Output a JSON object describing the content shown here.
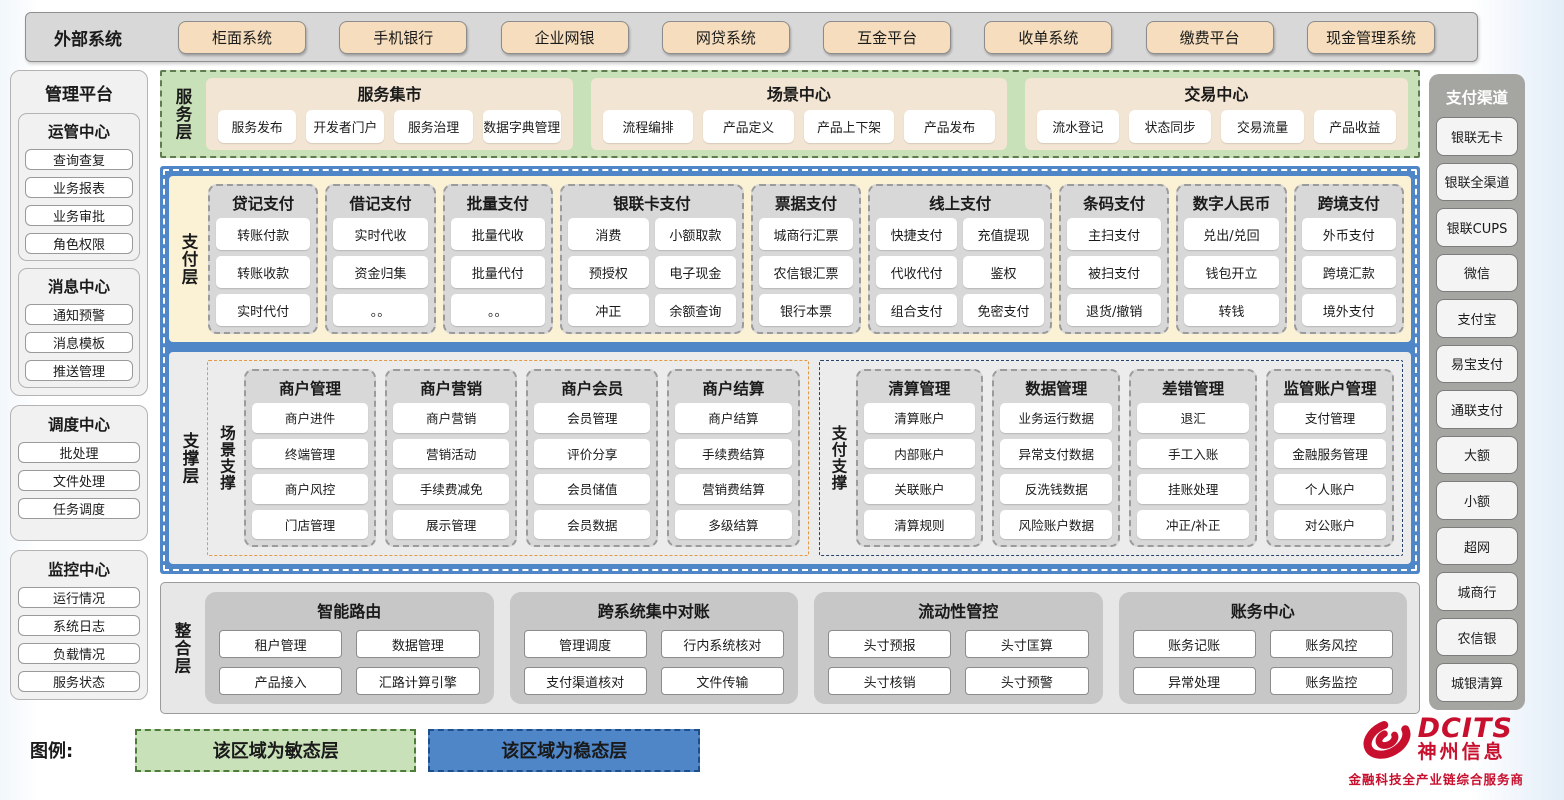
{
  "external": {
    "label": "外部系统",
    "systems": [
      "柜面系统",
      "手机银行",
      "企业网银",
      "网贷系统",
      "互金平台",
      "收单系统",
      "缴费平台",
      "现金管理系统"
    ]
  },
  "management": {
    "title": "管理平台",
    "groups": [
      {
        "title": "运管中心",
        "items": [
          "查询查复",
          "业务报表",
          "业务审批",
          "角色权限"
        ]
      },
      {
        "title": "消息中心",
        "items": [
          "通知预警",
          "消息模板",
          "推送管理"
        ]
      },
      {
        "title": "调度中心",
        "items": [
          "批处理",
          "文件处理",
          "任务调度"
        ]
      },
      {
        "title": "监控中心",
        "items": [
          "运行情况",
          "系统日志",
          "负载情况",
          "服务状态"
        ]
      }
    ]
  },
  "service_layer": {
    "label": "服务层",
    "groups": [
      {
        "title": "服务集市",
        "items": [
          "服务发布",
          "开发者门户",
          "服务治理",
          "数据字典管理"
        ]
      },
      {
        "title": "场景中心",
        "items": [
          "流程编排",
          "产品定义",
          "产品上下架",
          "产品发布"
        ]
      },
      {
        "title": "交易中心",
        "items": [
          "流水登记",
          "状态同步",
          "交易流量",
          "产品收益"
        ]
      }
    ]
  },
  "payment_layer": {
    "label": "支付层",
    "columns": [
      {
        "title": "贷记支付",
        "cols": 1,
        "items": [
          "转账付款",
          "转账收款",
          "实时代付"
        ]
      },
      {
        "title": "借记支付",
        "cols": 1,
        "items": [
          "实时代收",
          "资金归集",
          "。。"
        ]
      },
      {
        "title": "批量支付",
        "cols": 1,
        "items": [
          "批量代收",
          "批量代付",
          "。。"
        ]
      },
      {
        "title": "银联卡支付",
        "cols": 2,
        "items": [
          "消费",
          "小额取款",
          "预授权",
          "电子现金",
          "冲正",
          "余额查询"
        ]
      },
      {
        "title": "票据支付",
        "cols": 1,
        "items": [
          "城商行汇票",
          "农信银汇票",
          "银行本票"
        ]
      },
      {
        "title": "线上支付",
        "cols": 2,
        "items": [
          "快捷支付",
          "充值提现",
          "代收代付",
          "鉴权",
          "组合支付",
          "免密支付"
        ]
      },
      {
        "title": "条码支付",
        "cols": 1,
        "items": [
          "主扫支付",
          "被扫支付",
          "退货/撤销"
        ]
      },
      {
        "title": "数字人民币",
        "cols": 1,
        "items": [
          "兑出/兑回",
          "钱包开立",
          "转钱"
        ]
      },
      {
        "title": "跨境支付",
        "cols": 1,
        "items": [
          "外币支付",
          "跨境汇款",
          "境外支付"
        ]
      }
    ]
  },
  "support_layer": {
    "label": "支撑层",
    "sections": [
      {
        "label": "场景支撑",
        "accent": "orange",
        "columns": [
          {
            "title": "商户管理",
            "items": [
              "商户进件",
              "终端管理",
              "商户风控",
              "门店管理"
            ]
          },
          {
            "title": "商户营销",
            "items": [
              "商户营销",
              "营销活动",
              "手续费减免",
              "展示管理"
            ]
          },
          {
            "title": "商户会员",
            "items": [
              "会员管理",
              "评价分享",
              "会员储值",
              "会员数据"
            ]
          },
          {
            "title": "商户结算",
            "items": [
              "商户结算",
              "手续费结算",
              "营销费结算",
              "多级结算"
            ]
          }
        ]
      },
      {
        "label": "支付支撑",
        "accent": "navy",
        "columns": [
          {
            "title": "清算管理",
            "items": [
              "清算账户",
              "内部账户",
              "关联账户",
              "清算规则"
            ]
          },
          {
            "title": "数据管理",
            "items": [
              "业务运行数据",
              "异常支付数据",
              "反洗钱数据",
              "风险账户数据"
            ]
          },
          {
            "title": "差错管理",
            "items": [
              "退汇",
              "手工入账",
              "挂账处理",
              "冲正/补正"
            ]
          },
          {
            "title": "监管账户管理",
            "items": [
              "支付管理",
              "金融服务管理",
              "个人账户",
              "对公账户"
            ]
          }
        ]
      }
    ]
  },
  "integration_layer": {
    "label": "整合层",
    "groups": [
      {
        "title": "智能路由",
        "items": [
          "租户管理",
          "数据管理",
          "产品接入",
          "汇路计算引擎"
        ]
      },
      {
        "title": "跨系统集中对账",
        "items": [
          "管理调度",
          "行内系统核对",
          "支付渠道核对",
          "文件传输"
        ]
      },
      {
        "title": "流动性管控",
        "items": [
          "头寸预报",
          "头寸匡算",
          "头寸核销",
          "头寸预警"
        ]
      },
      {
        "title": "账务中心",
        "items": [
          "账务记账",
          "账务风控",
          "异常处理",
          "账务监控"
        ]
      }
    ]
  },
  "channels": {
    "title": "支付渠道",
    "items": [
      "银联无卡",
      "银联全渠道",
      "银联CUPS",
      "微信",
      "支付宝",
      "易宝支付",
      "通联支付",
      "大额",
      "小额",
      "超网",
      "城商行",
      "农信银",
      "城银清算"
    ]
  },
  "legend": {
    "label": "图例:",
    "items": [
      {
        "text": "该区域为敏态层",
        "style": "agile"
      },
      {
        "text": "该区域为稳态层",
        "style": "stable"
      }
    ]
  },
  "logo": {
    "brand": "DCITS",
    "company": "神州信息",
    "tagline": "金融科技全产业链综合服务商"
  },
  "colors": {
    "agile_green": "#c9e1b9",
    "stable_blue": "#4e86c8",
    "tan_button": "#f5ddbd",
    "panel_gray": "#d8d8d8",
    "brand_red": "#c8102e"
  }
}
